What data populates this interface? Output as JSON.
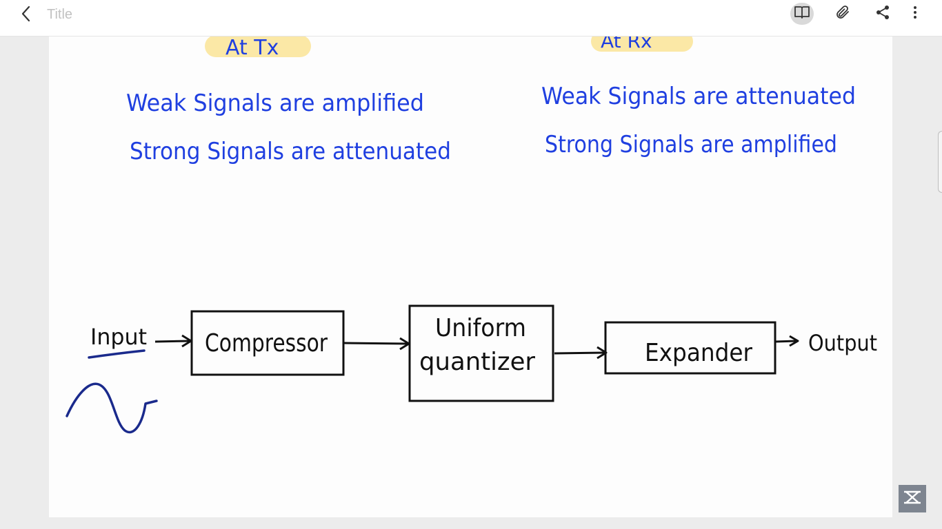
{
  "header": {
    "title": "Title",
    "back_icon": "chevron-left-icon",
    "actions": [
      {
        "name": "reading-mode-button",
        "icon": "book-open-icon"
      },
      {
        "name": "attach-button",
        "icon": "paperclip-icon"
      },
      {
        "name": "share-button",
        "icon": "share-icon"
      },
      {
        "name": "more-button",
        "icon": "more-vertical-icon"
      }
    ]
  },
  "note": {
    "heading_left": "At Tx",
    "heading_right": "At Rx",
    "left_line1": "Weak Signals are amplified",
    "left_line2": "Strong Signals are attenuated",
    "right_line1": "Weak Signals are attenuated",
    "right_line2": "Strong Signals are amplified",
    "colors": {
      "blue_ink": "#1f3fe0",
      "black_ink": "#111111",
      "highlight": "#fbe8a6",
      "dark_blue": "#1a2a8c"
    }
  },
  "diagram": {
    "input_label": "Input",
    "compressor_label": "Compressor",
    "quantizer_line1": "Uniform",
    "quantizer_line2": "quantizer",
    "expander_label": "Expander",
    "output_label": "Output"
  },
  "watermark": {
    "icon": "channel-logo-icon"
  }
}
